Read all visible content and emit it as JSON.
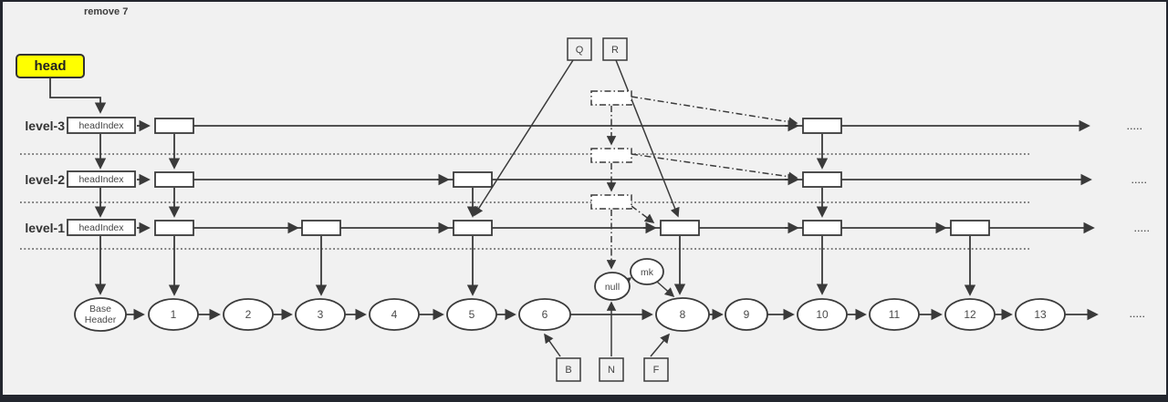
{
  "title": "remove 7",
  "head": {
    "label": "head",
    "fill": "#ffff00"
  },
  "levels": [
    {
      "name": "level-3",
      "head_label": "headIndex"
    },
    {
      "name": "level-2",
      "head_label": "headIndex"
    },
    {
      "name": "level-1",
      "head_label": "headIndex"
    }
  ],
  "pointer_boxes": {
    "q": "Q",
    "r": "R",
    "b": "B",
    "n": "N",
    "f": "F"
  },
  "null_node": {
    "label": "null"
  },
  "marker_node": {
    "label": "mk"
  },
  "base_header": {
    "line1": "Base",
    "line2": "Header"
  },
  "nodes": [
    {
      "label": "1"
    },
    {
      "label": "2"
    },
    {
      "label": "3"
    },
    {
      "label": "4"
    },
    {
      "label": "5"
    },
    {
      "label": "6"
    },
    {
      "label": "8"
    },
    {
      "label": "9"
    },
    {
      "label": "10"
    },
    {
      "label": "11"
    },
    {
      "label": "12"
    },
    {
      "label": "13"
    }
  ],
  "ellipsis": ".....",
  "colors": {
    "background": "#f1f1f1",
    "frame": "#23262e",
    "stroke": "#3a3a3a",
    "box_fill": "#ffffff",
    "head_fill": "#ffff00",
    "text": "#3d3d3d"
  }
}
